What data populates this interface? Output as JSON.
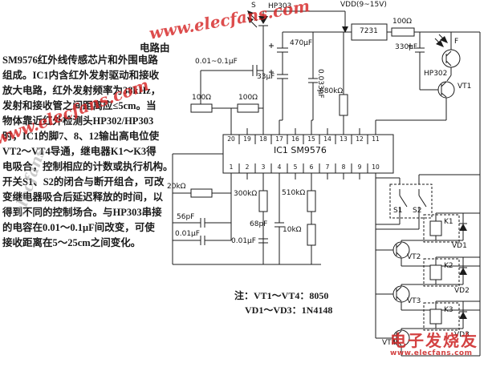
{
  "watermark": {
    "diagonal_text": "www.elecfans.com",
    "vertical_text": "elecfans"
  },
  "stamp": {
    "line1": "电子发烧友",
    "line2": "www.elecfans.com"
  },
  "description": {
    "line1": "电路由",
    "lines": [
      "SM9576红外线传感芯片和外围电路",
      "组成。IC1内含红外发射驱动和接收",
      "放大电路，红外发射频率为38kHz，",
      "发射和接收管之间距离应≤5cm。当",
      "物体靠近红外检测头HP302/HP303",
      "时，IC1的脚7、8、12输出高电位使",
      "VT2～VT4导通，继电器K1～K3得",
      "电吸合，控制相应的计数或执行机构。",
      "开关S1、S2的闭合与断开组合，可改",
      "变继电器吸合后延迟释放的时间，以",
      "得到不同的控制场合。与HP303串接",
      "的电容在0.01～0.1μF间改变，可使",
      "接收距离在5～25cm之间变化。"
    ]
  },
  "notes": {
    "line1": "注：VT1～VT4：8050",
    "line2": "VD1～VD3：1N4148"
  },
  "circuit": {
    "ic": {
      "label": "IC1 SM9576",
      "pins_top": [
        "20",
        "19",
        "18",
        "17",
        "16",
        "15",
        "14",
        "13",
        "12",
        "11"
      ],
      "pins_bottom": [
        "1",
        "2",
        "3",
        "4",
        "5",
        "6",
        "7",
        "8",
        "9",
        "10"
      ]
    },
    "labels": {
      "s": "S",
      "hp303": "HP303",
      "vdd": "VDD(9~15V)",
      "reg7231": "7231",
      "r100c": "100Ω",
      "c330": "330μF",
      "f": "F",
      "hp302": "HP302",
      "vt1": "VT1",
      "c470": "470μF",
      "crange": "0.01~0.1μF",
      "c33": "33μF",
      "c0033": "0.033μF",
      "r680k": "680kΩ",
      "r100a": "100Ω",
      "r100b": "100Ω",
      "r20k": "20kΩ",
      "c56p": "56pF",
      "c001a": "0.01μF",
      "r300k": "300kΩ",
      "r510k": "510kΩ",
      "c68p": "68pF",
      "r10k": "10kΩ",
      "c001b": "0.01μF",
      "s1": "S1",
      "s2": "S2",
      "k1": "K1",
      "k2": "K2",
      "k3": "K3",
      "vt2": "VT2",
      "vt3": "VT3",
      "vt4": "VT4",
      "vd1": "VD1",
      "vd2": "VD2",
      "vd3": "VD3"
    }
  },
  "colors": {
    "wire": "#1b1b1b",
    "watermark_red": "#d62626",
    "stamp_red": "#ce2c2c"
  }
}
